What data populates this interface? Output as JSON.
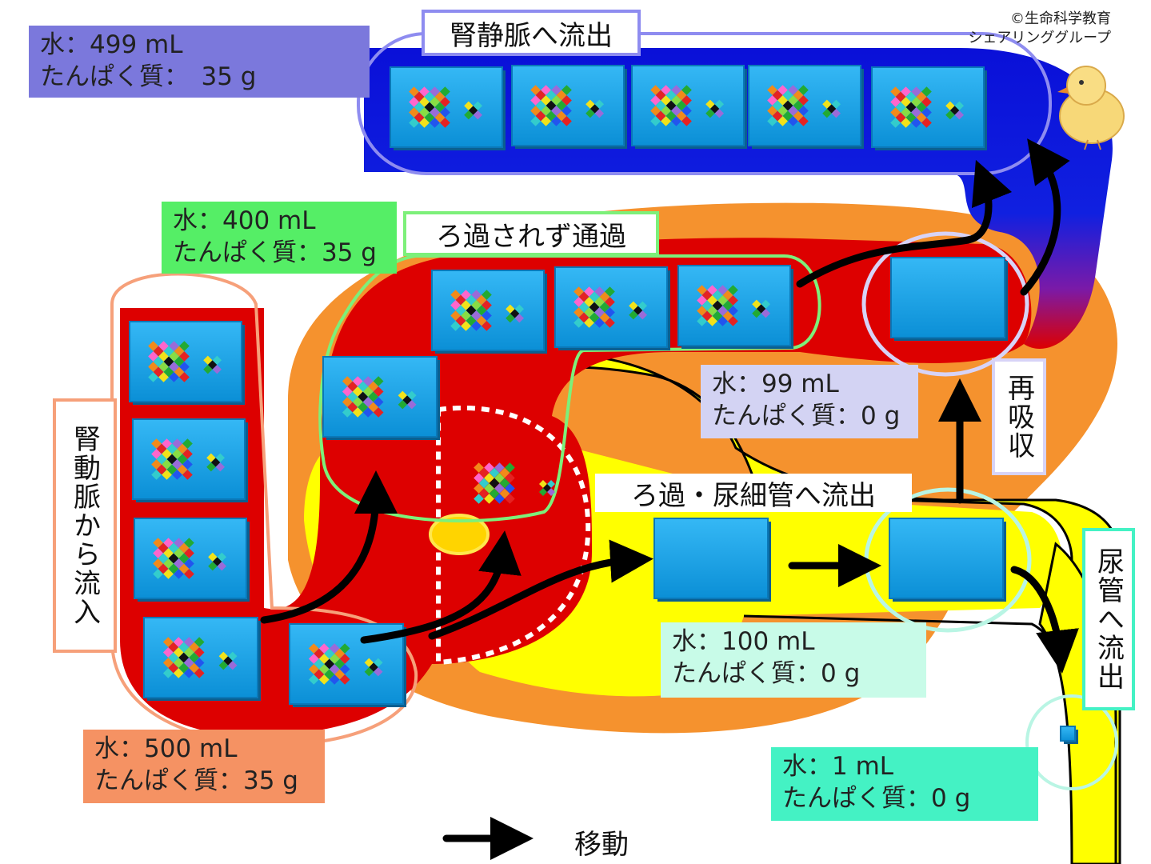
{
  "credit": {
    "line1": "©生命科学教育",
    "line2": "シェアリンググループ"
  },
  "titles": {
    "renal_vein_out": "腎静脈へ流出",
    "pass_unfiltered": "ろ過されず通過",
    "renal_artery_in": "腎動脈から流入",
    "filtration_tubule": "ろ過・尿細管へ流出",
    "reabsorption": "再吸収",
    "to_ureter": "尿管へ流出"
  },
  "boxes": {
    "renal_vein": {
      "water": "水：499 mL",
      "protein": "たんぱく質：　35 g",
      "color": "#7b78dc"
    },
    "unfiltered": {
      "water": "水：400 mL",
      "protein": "たんぱく質：35 g",
      "color": "#55ee66"
    },
    "reabsorbed": {
      "water": "水：99 mL",
      "protein": "たんぱく質：0 g",
      "color": "#d3d3f3"
    },
    "filtered": {
      "water": "水：100 mL",
      "protein": "たんぱく質：0 g",
      "color": "#c8fbe8"
    },
    "urine": {
      "water": "水：1 mL",
      "protein": "たんぱく質：0 g",
      "color": "#44f2c4"
    },
    "artery": {
      "water": "水：500 mL",
      "protein": "たんぱく質：35 g",
      "color": "#f59263"
    }
  },
  "legend": {
    "label": "移動"
  },
  "colors": {
    "artery_red": "#dd0000",
    "vein_blue": "#0a1ae0",
    "capsule_orange": "#f5922e",
    "filtrate_yellow": "#ffff00",
    "block_blue": "#1aa3e8"
  },
  "icons": {
    "protein_cluster": "protein-cluster-icon",
    "small_protein": "small-protein-icon",
    "chick": "chick-mascot-icon",
    "arrow": "arrow-icon"
  }
}
